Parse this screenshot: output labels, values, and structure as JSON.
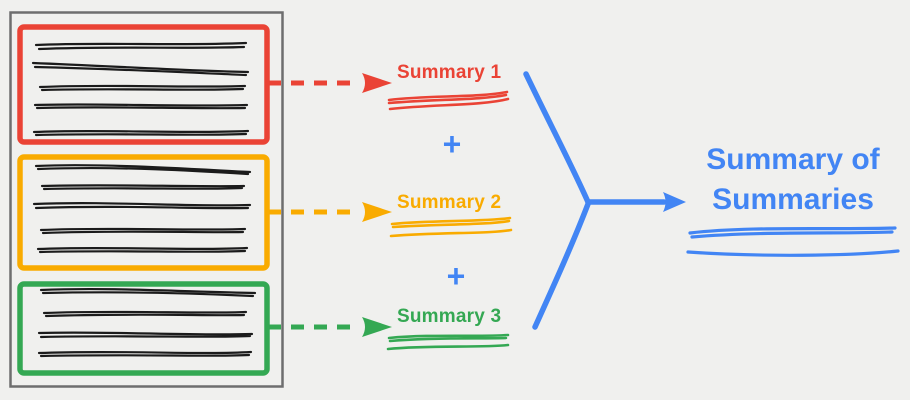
{
  "colors": {
    "background": "#f0f0ee",
    "red": "#ea4335",
    "orange": "#f9ab00",
    "green": "#34a853",
    "blue": "#4285f4",
    "ink": "#1b1b1b",
    "document_border": "#6e6e6e"
  },
  "document": {
    "description": "source document with three highlighted sections of scribbled text",
    "sections": [
      {
        "name": "section-1",
        "color": "red",
        "text_lines": 5
      },
      {
        "name": "section-2",
        "color": "orange",
        "text_lines": 5
      },
      {
        "name": "section-3",
        "color": "green",
        "text_lines": 4
      }
    ]
  },
  "summaries": [
    {
      "label": "Summary 1",
      "color": "red"
    },
    {
      "label": "Summary 2",
      "color": "orange"
    },
    {
      "label": "Summary 3",
      "color": "green"
    }
  ],
  "operator": {
    "plus": "+"
  },
  "result": {
    "line1": "Summary of",
    "line2": "Summaries",
    "color": "blue"
  }
}
